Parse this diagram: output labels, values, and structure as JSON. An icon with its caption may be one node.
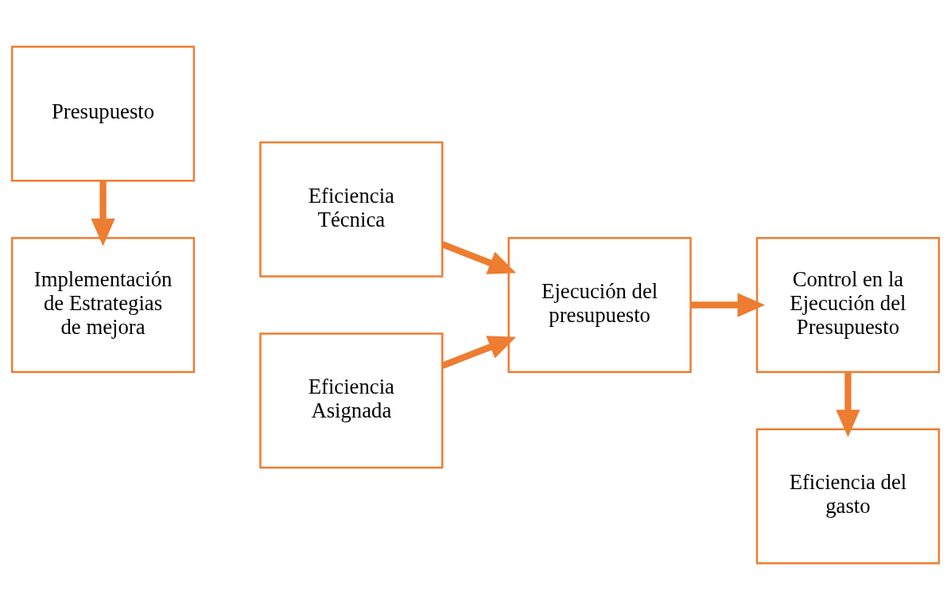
{
  "diagram": {
    "nodes": [
      {
        "text": [
          "Presupuesto"
        ]
      },
      {
        "text": [
          "Implementación de Estrategias de mejora"
        ]
      },
      {
        "text": [
          "Eficiencia Técnica"
        ]
      },
      {
        "text": [
          "Eficiencia Asignada"
        ]
      },
      {
        "text": [
          "Ejecución del presupuesto"
        ]
      },
      {
        "text": [
          "Control en la Ejecución del Presupuesto"
        ]
      },
      {
        "text": [
          "Eficiencia del gasto"
        ]
      }
    ],
    "edges": [
      {
        "from": 0,
        "to": 1,
        "arrow": "to"
      },
      {
        "from": 2,
        "to": 4,
        "arrow": "to"
      },
      {
        "from": 3,
        "to": 4,
        "arrow": "to"
      },
      {
        "from": 4,
        "to": 5,
        "arrow": "to"
      },
      {
        "from": 5,
        "to": 6,
        "arrow": "to"
      }
    ]
  }
}
